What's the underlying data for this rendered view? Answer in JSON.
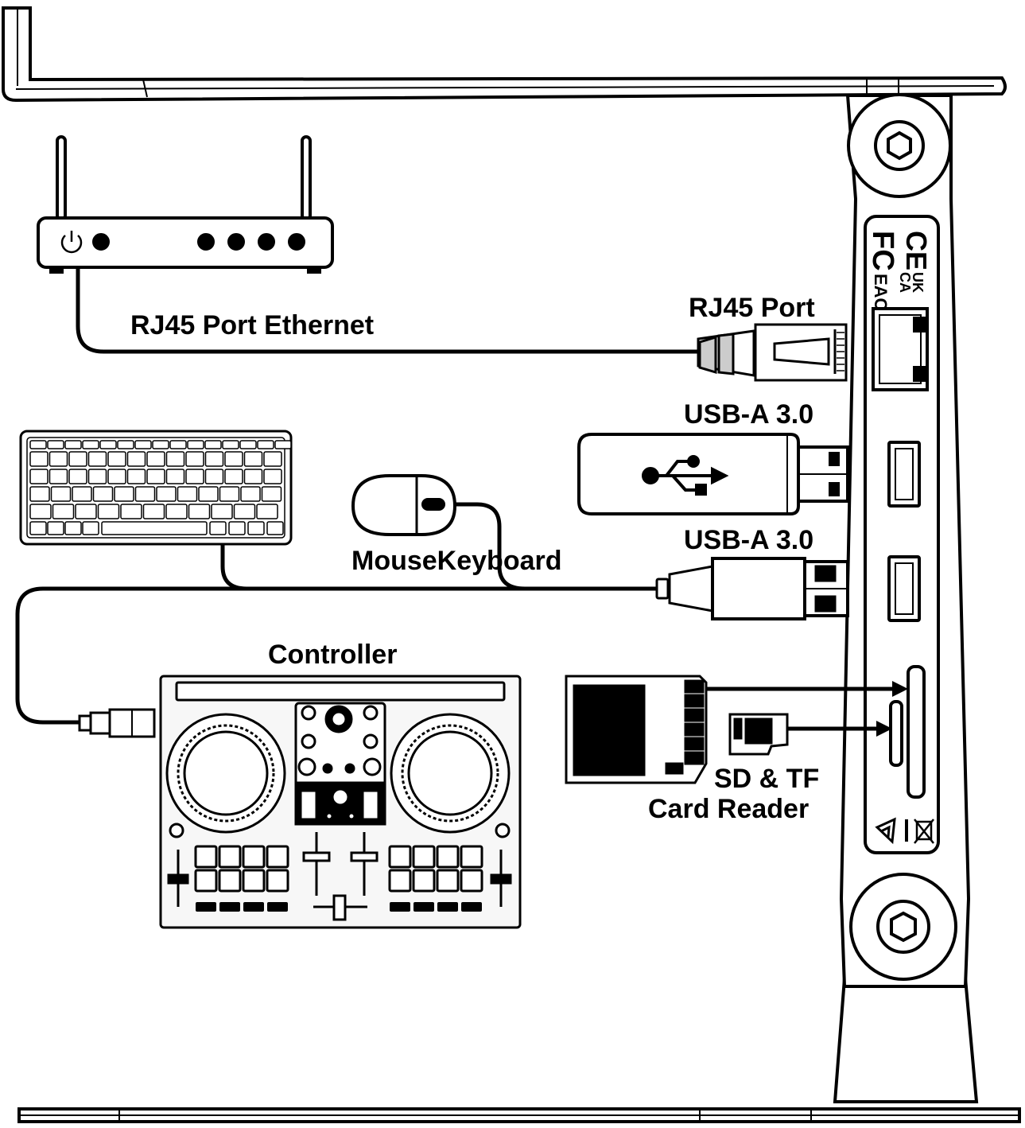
{
  "labels": {
    "ethernet": "RJ45 Port Ethernet",
    "rj45_port": "RJ45 Port",
    "usb_a_1": "USB-A 3.0",
    "usb_a_2": "USB-A 3.0",
    "mouse_keyboard": "MouseKeyboard",
    "controller": "Controller",
    "card_reader_line1": "SD & TF",
    "card_reader_line2": "Card Reader"
  },
  "certification_marks": {
    "ce": "CE",
    "fc": "FC",
    "eac": "EAC",
    "uk": "UK",
    "ca": "CA"
  },
  "icons": [
    "power-icon",
    "usb-symbol-icon",
    "recycle-icon",
    "weee-bin-icon",
    "hex-screw-icon"
  ],
  "colors": {
    "line": "#000000",
    "background": "#ffffff",
    "panel": "#f7f7f7"
  }
}
